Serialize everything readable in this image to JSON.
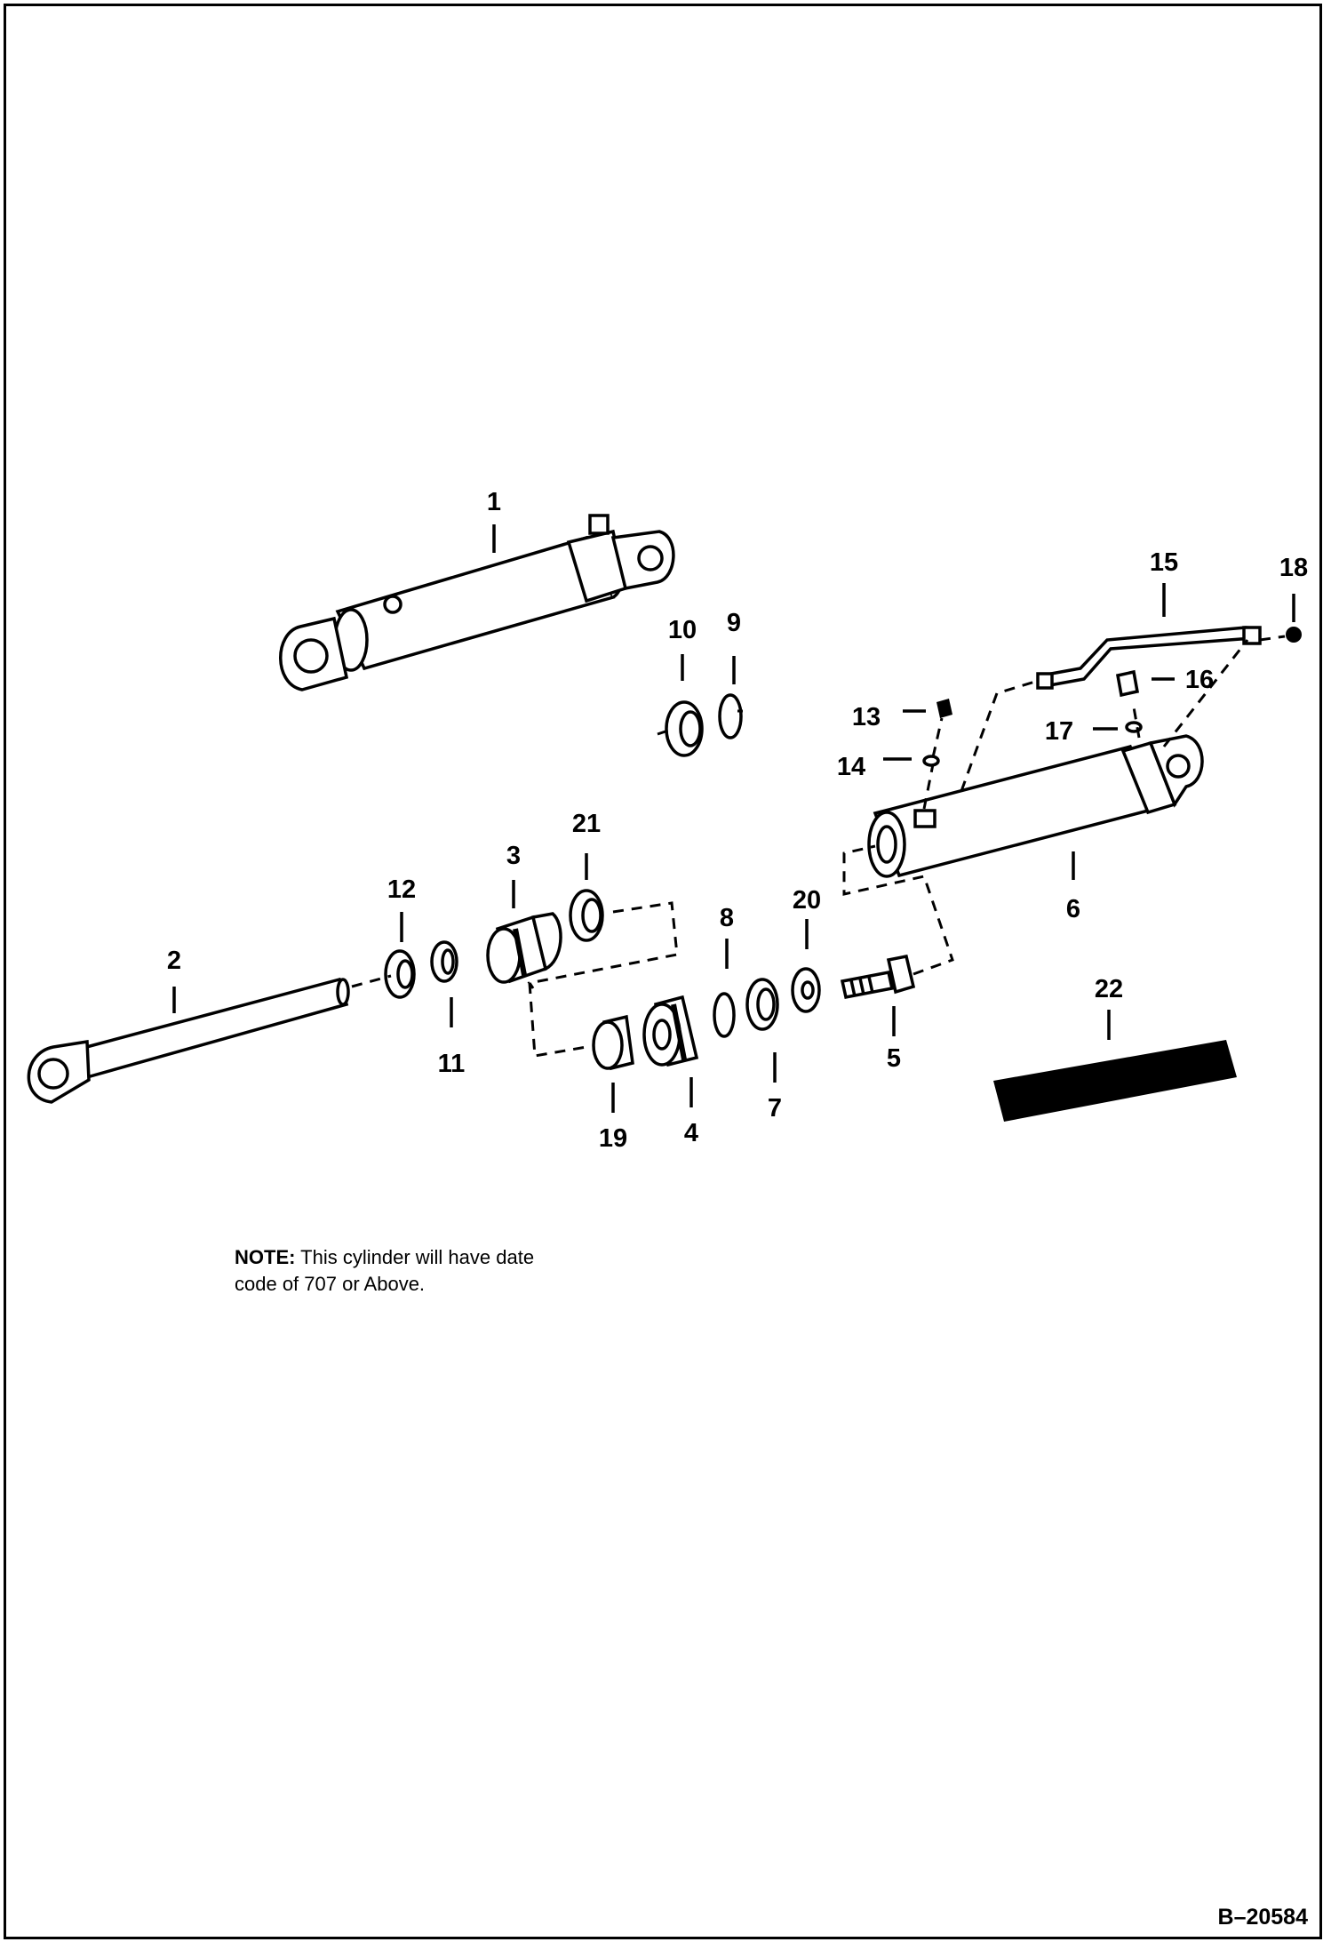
{
  "diagram": {
    "note_label": "NOTE:",
    "note_text_line1": "This cylinder will have date",
    "note_text_line2": "code of 707 or Above.",
    "figure_id": "B–20584",
    "callouts": [
      "1",
      "2",
      "3",
      "4",
      "5",
      "6",
      "7",
      "8",
      "9",
      "10",
      "11",
      "12",
      "13",
      "14",
      "15",
      "16",
      "17",
      "18",
      "19",
      "20",
      "21",
      "22"
    ]
  }
}
